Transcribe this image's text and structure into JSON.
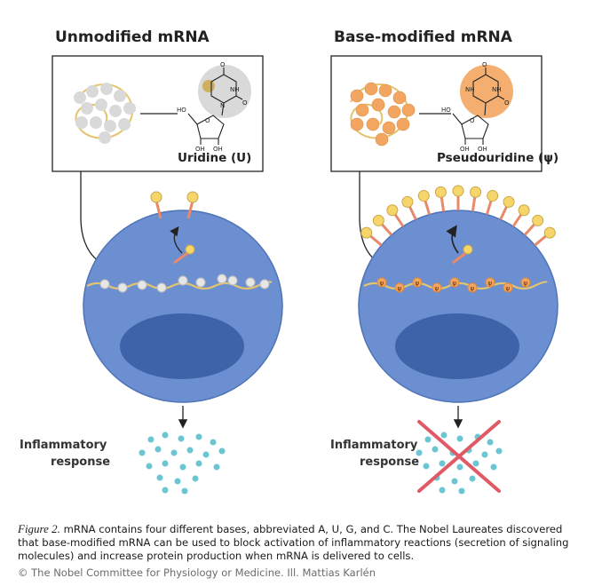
{
  "panels": [
    {
      "title": "Unmodified mRNA",
      "base_name": "Uridine (U)",
      "response_line1": "Inflammatory",
      "response_line2": "response",
      "accent": "#d9d9d9",
      "accent_stroke": "#bdbdbd"
    },
    {
      "title": "Base-modified mRNA",
      "base_name": "Pseudouridine (ψ)",
      "response_line1": "Inflammatory",
      "response_line2": "response",
      "accent": "#f3a661",
      "accent_stroke": "#e08a3c"
    }
  ],
  "atoms": {
    "ring_n1": "N",
    "ring_nh_a": "NH",
    "ring_nh_b": "NH",
    "oxygen_top": "O",
    "oxygen_side": "O",
    "ring_oxygen": "O",
    "ho": "HO",
    "oh1": "OH",
    "oh2": "OH"
  },
  "psi_symbol": "ψ",
  "caption": {
    "lead": "Figure 2.",
    "text": " mRNA contains four different bases, abbreviated A, U, G, and C. The Nobel Laureates discovered that base-modified mRNA can be used to block activation of inflammatory reactions (secretion of signaling molecules) and increase protein production when mRNA is delivered to cells."
  },
  "credit": "© The Nobel Committee for Physiology or Medicine. Ill. Mattias Karlén",
  "colors": {
    "cell": "#6b8fd1",
    "cell_stroke": "#4e73b7",
    "nucleus": "#3f63a8",
    "molecule": "#6bc6d3",
    "cross": "#e05a66",
    "strand": "#e3c46e",
    "receptor_head": "#f6d56a",
    "receptor_stem": "#e88a6a"
  }
}
